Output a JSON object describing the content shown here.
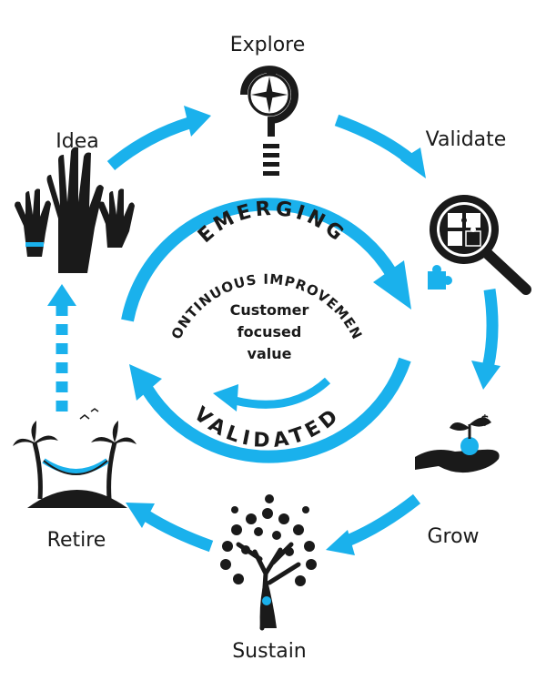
{
  "stages": {
    "explore": "Explore",
    "validate": "Validate",
    "grow": "Grow",
    "sustain": "Sustain",
    "retire": "Retire",
    "idea": "Idea"
  },
  "inner": {
    "top_arc": "EMERGING",
    "middle_arc": "CONTINUOUS IMPROVEMENT",
    "bottom_arc": "VALIDATED",
    "center_lines": [
      "Customer",
      "focused",
      "value"
    ]
  },
  "icons": {
    "explore": "compass-question-icon",
    "validate": "puzzle-magnifier-icon",
    "grow": "hand-plant-money-icon",
    "sustain": "tree-icon",
    "retire": "island-hammock-icon",
    "idea": "raised-hands-icon"
  },
  "colors": {
    "accent": "#1ab1ec",
    "ink": "#1a1a1a"
  }
}
